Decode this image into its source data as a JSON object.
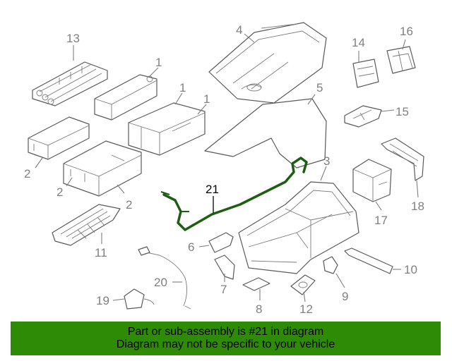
{
  "colors": {
    "highlight_part": "#1e5e12",
    "banner_bg": "#2e8b05",
    "callout_text": "#808080",
    "part_outline": "#5a5a5a"
  },
  "highlight_callout": "21",
  "callouts": [
    {
      "id": "c1a",
      "label": "1"
    },
    {
      "id": "c1b",
      "label": "1"
    },
    {
      "id": "c1c",
      "label": "1"
    },
    {
      "id": "c2a",
      "label": "2"
    },
    {
      "id": "c2b",
      "label": "2"
    },
    {
      "id": "c2c",
      "label": "2"
    },
    {
      "id": "c3",
      "label": "3"
    },
    {
      "id": "c4",
      "label": "4"
    },
    {
      "id": "c5",
      "label": "5"
    },
    {
      "id": "c6",
      "label": "6"
    },
    {
      "id": "c7",
      "label": "7"
    },
    {
      "id": "c8",
      "label": "8"
    },
    {
      "id": "c9",
      "label": "9"
    },
    {
      "id": "c10",
      "label": "10"
    },
    {
      "id": "c11",
      "label": "11"
    },
    {
      "id": "c12",
      "label": "12"
    },
    {
      "id": "c13",
      "label": "13"
    },
    {
      "id": "c14",
      "label": "14"
    },
    {
      "id": "c15",
      "label": "15"
    },
    {
      "id": "c16",
      "label": "16"
    },
    {
      "id": "c17",
      "label": "17"
    },
    {
      "id": "c18",
      "label": "18"
    },
    {
      "id": "c19",
      "label": "19"
    },
    {
      "id": "c20",
      "label": "20"
    },
    {
      "id": "c21",
      "label": "21"
    }
  ],
  "banner": {
    "line1": "Part or sub-assembly is #21 in diagram",
    "line2": "Diagram may not be specific to your vehicle"
  }
}
